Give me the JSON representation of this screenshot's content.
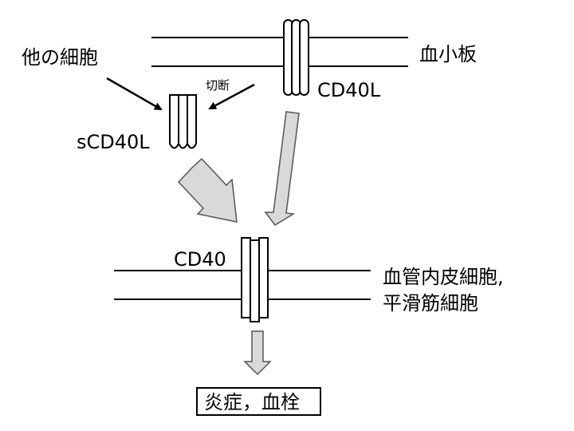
{
  "labels": {
    "platelet": "血小板",
    "other_cells": "他の細胞",
    "cleavage": "切断",
    "cd40l": "CD40L",
    "scd40l": "sCD40L",
    "cd40": "CD40",
    "target_cells_line1": "血管内皮細胞,",
    "target_cells_line2": "平滑筋細胞",
    "outcome": "炎症，血栓"
  },
  "colors": {
    "arrow_fill": "#d9d9d9",
    "arrow_stroke": "#555555",
    "line": "#000000"
  }
}
